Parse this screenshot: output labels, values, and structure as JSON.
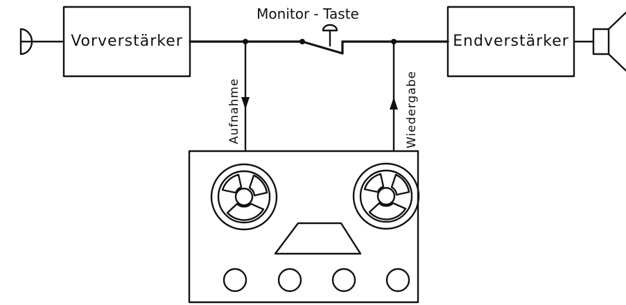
{
  "blocks": {
    "preamp": "Vorverstärker",
    "poweramp": "Endverstärker"
  },
  "switch_label": "Monitor - Taste",
  "signals": {
    "record": "Aufnahme",
    "playback": "Wiedergabe"
  },
  "icons": {
    "input": "microphone-icon",
    "output": "loudspeaker-icon",
    "device": "tape-recorder-icon"
  },
  "colors": {
    "ink": "#111111",
    "background": "#ffffff"
  }
}
